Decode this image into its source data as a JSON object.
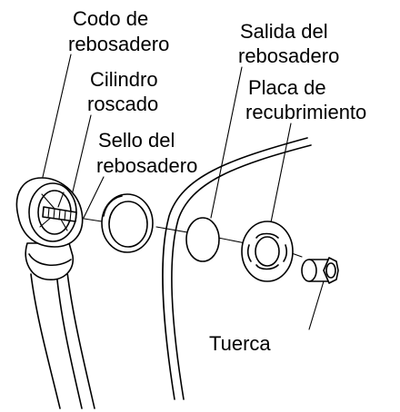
{
  "labels": {
    "codo_line1": "Codo de",
    "codo_line2": "rebosadero",
    "cilindro_line1": "Cilindro",
    "cilindro_line2": "roscado",
    "sello_line1": "Sello del",
    "sello_line2": "rebosadero",
    "salida_line1": "Salida del",
    "salida_line2": "rebosadero",
    "placa_line1": "Placa de",
    "placa_line2": "recubrimiento",
    "tuerca": "Tuerca"
  }
}
